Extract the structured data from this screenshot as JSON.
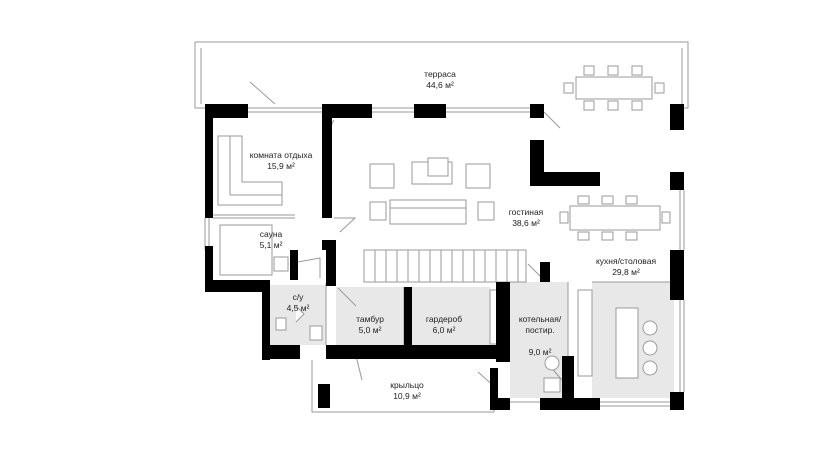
{
  "rooms": [
    {
      "id": "terrace",
      "name": "терраса",
      "area": "44,6 м²"
    },
    {
      "id": "lounge",
      "name": "комната отдыха",
      "area": "15,9 м²"
    },
    {
      "id": "sauna",
      "name": "сауна",
      "area": "5,1 м²"
    },
    {
      "id": "living",
      "name": "гостиная",
      "area": "38,6 м²"
    },
    {
      "id": "kitchen",
      "name": "кухня/столовая",
      "area": "29,8 м²"
    },
    {
      "id": "wc",
      "name": "с/у",
      "area": "4,5 м²"
    },
    {
      "id": "vestibule",
      "name": "тамбур",
      "area": "5,0 м²"
    },
    {
      "id": "wardrobe",
      "name": "гардероб",
      "area": "6,0 м²"
    },
    {
      "id": "boiler",
      "name": "котельная/\nпостир.",
      "area": "9,0 м²"
    },
    {
      "id": "porch",
      "name": "крыльцо",
      "area": "10,9 м²"
    }
  ],
  "colors": {
    "wall": "#000000",
    "wet_floor": "#e8e8e8",
    "line": "#9a9a9a",
    "background": "#ffffff"
  }
}
